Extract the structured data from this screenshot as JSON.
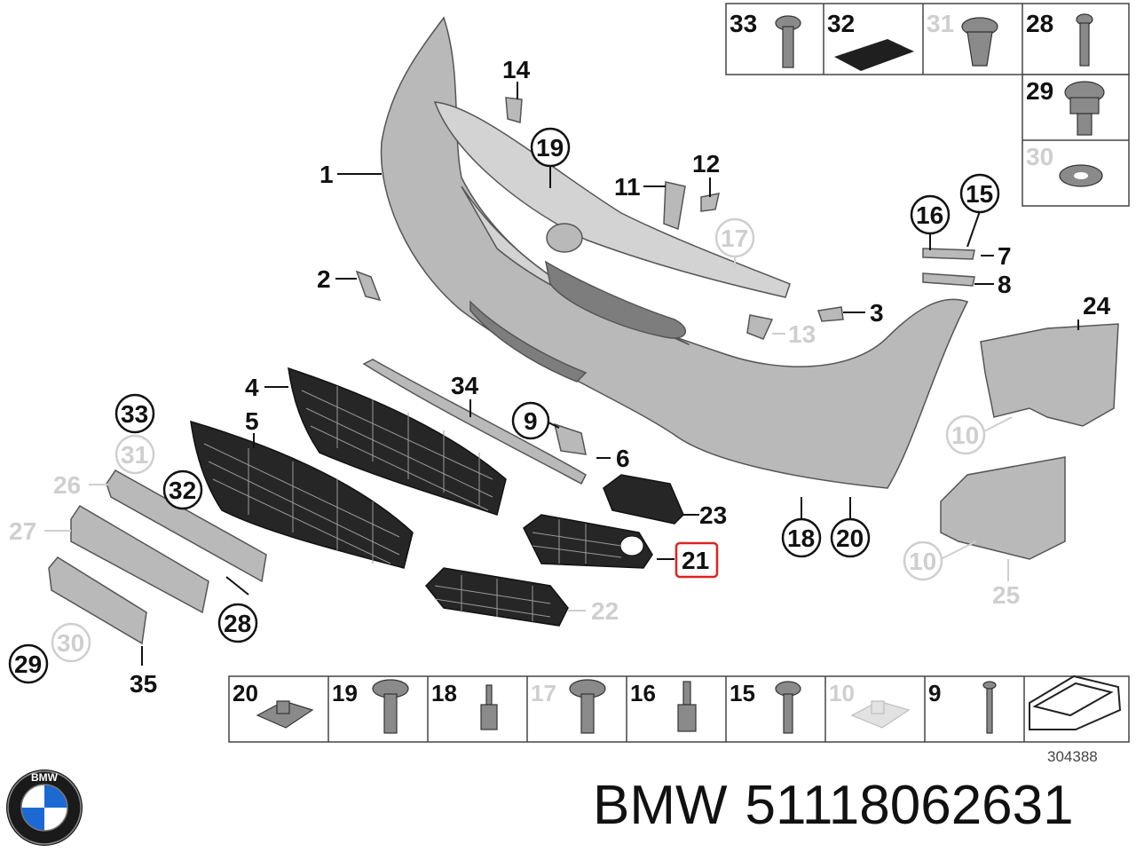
{
  "diagram": {
    "ref_number": "304388",
    "labels": {
      "p1": "1",
      "p2": "2",
      "p3": "3",
      "p4": "4",
      "p5": "5",
      "p6": "6",
      "p7": "7",
      "p8": "8",
      "p9": "9",
      "p10a": "10",
      "p10b": "10",
      "p11": "11",
      "p12": "12",
      "p13": "13",
      "p14": "14",
      "p15": "15",
      "p16": "16",
      "p17": "17",
      "p18": "18",
      "p19": "19",
      "p20": "20",
      "p21": "21",
      "p22": "22",
      "p23": "23",
      "p24": "24",
      "p25": "25",
      "p26": "26",
      "p27": "27",
      "p28": "28",
      "p29": "29",
      "p30": "30",
      "p31": "31",
      "p32": "32",
      "p33": "33",
      "p34": "34",
      "p35": "35"
    },
    "highlighted_part": "21",
    "top_hardware": [
      "33",
      "32",
      "31",
      "28",
      "29",
      "30"
    ],
    "bottom_hardware": [
      "20",
      "19",
      "18",
      "17",
      "16",
      "15",
      "10",
      "9"
    ]
  },
  "footer": {
    "brand": "BMW",
    "part_number": "51118062631",
    "logo_letters": "BMW"
  }
}
